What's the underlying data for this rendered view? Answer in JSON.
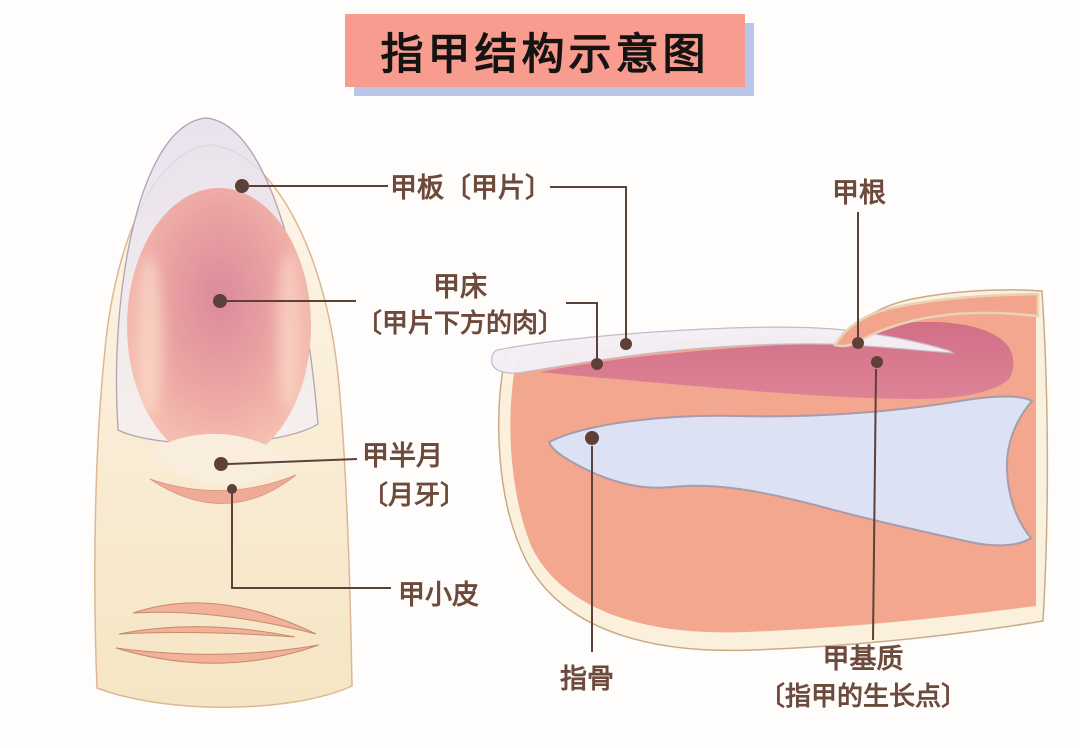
{
  "title": "指甲结构示意图",
  "labels": {
    "nail_plate": {
      "name": "甲板〔甲片〕"
    },
    "nail_bed": {
      "name": "甲床",
      "sub": "〔甲片下方的肉〕"
    },
    "lunula": {
      "name": "甲半月",
      "sub": "〔月牙〕"
    },
    "cuticle": {
      "name": "甲小皮"
    },
    "nail_root": {
      "name": "甲根"
    },
    "phalanx": {
      "name": "指骨"
    },
    "matrix": {
      "name": "甲基质",
      "sub": "〔指甲的生长点〕"
    }
  },
  "colors": {
    "banner_fill": "#f89c8f",
    "banner_shadow": "#b9c6e8",
    "label_text": "#6d4a3c",
    "leader_line": "#5d4037",
    "finger_skin": "#f9ecd4",
    "flesh_salmon": "#f3a78f",
    "nail_bed_rose": "#d8748a",
    "bone_blue": "#dce1f3",
    "nail_plate_lavender": "#f2eef5",
    "oval_center_pink": "#db8a9b",
    "lunula_cream": "#f9eedd",
    "cuticle_pink": "#efab97"
  }
}
